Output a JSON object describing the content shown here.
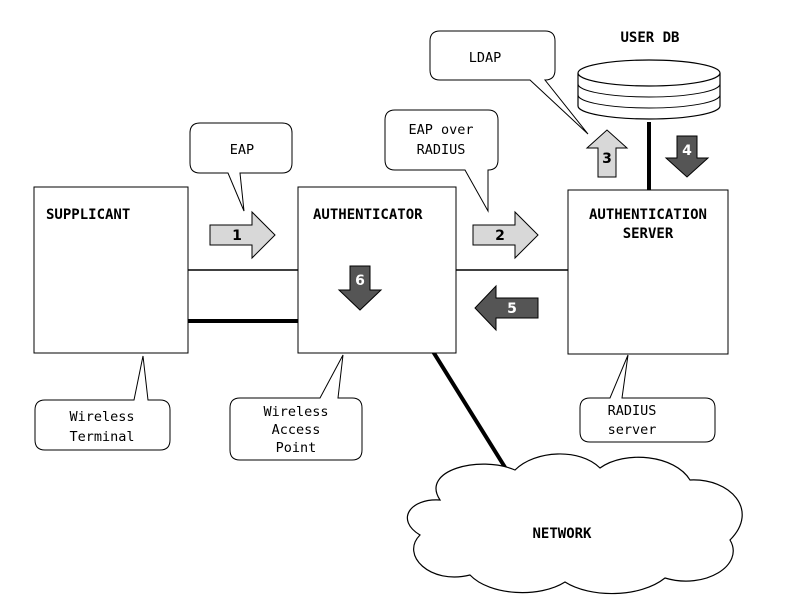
{
  "boxes": {
    "supplicant": "SUPPLICANT",
    "authenticator": "AUTHENTICATOR",
    "auth_server_line1": "AUTHENTICATION",
    "auth_server_line2": "SERVER"
  },
  "database": {
    "label": "USER DB"
  },
  "network": {
    "label": "NETWORK"
  },
  "callouts": {
    "eap": "EAP",
    "eap_over_radius_line1": "EAP over",
    "eap_over_radius_line2": "RADIUS",
    "ldap": "LDAP",
    "wireless_terminal_line1": "Wireless",
    "wireless_terminal_line2": "Terminal",
    "wireless_ap_line1": "Wireless",
    "wireless_ap_line2": "Access",
    "wireless_ap_line3": "Point",
    "radius_server_line1": "RADIUS",
    "radius_server_line2": "server"
  },
  "steps": {
    "s1": "1",
    "s2": "2",
    "s3": "3",
    "s4": "4",
    "s5": "5",
    "s6": "6"
  },
  "colors": {
    "arrow_light": "#d8d8d8",
    "arrow_dark": "#555555",
    "line": "#000000"
  }
}
